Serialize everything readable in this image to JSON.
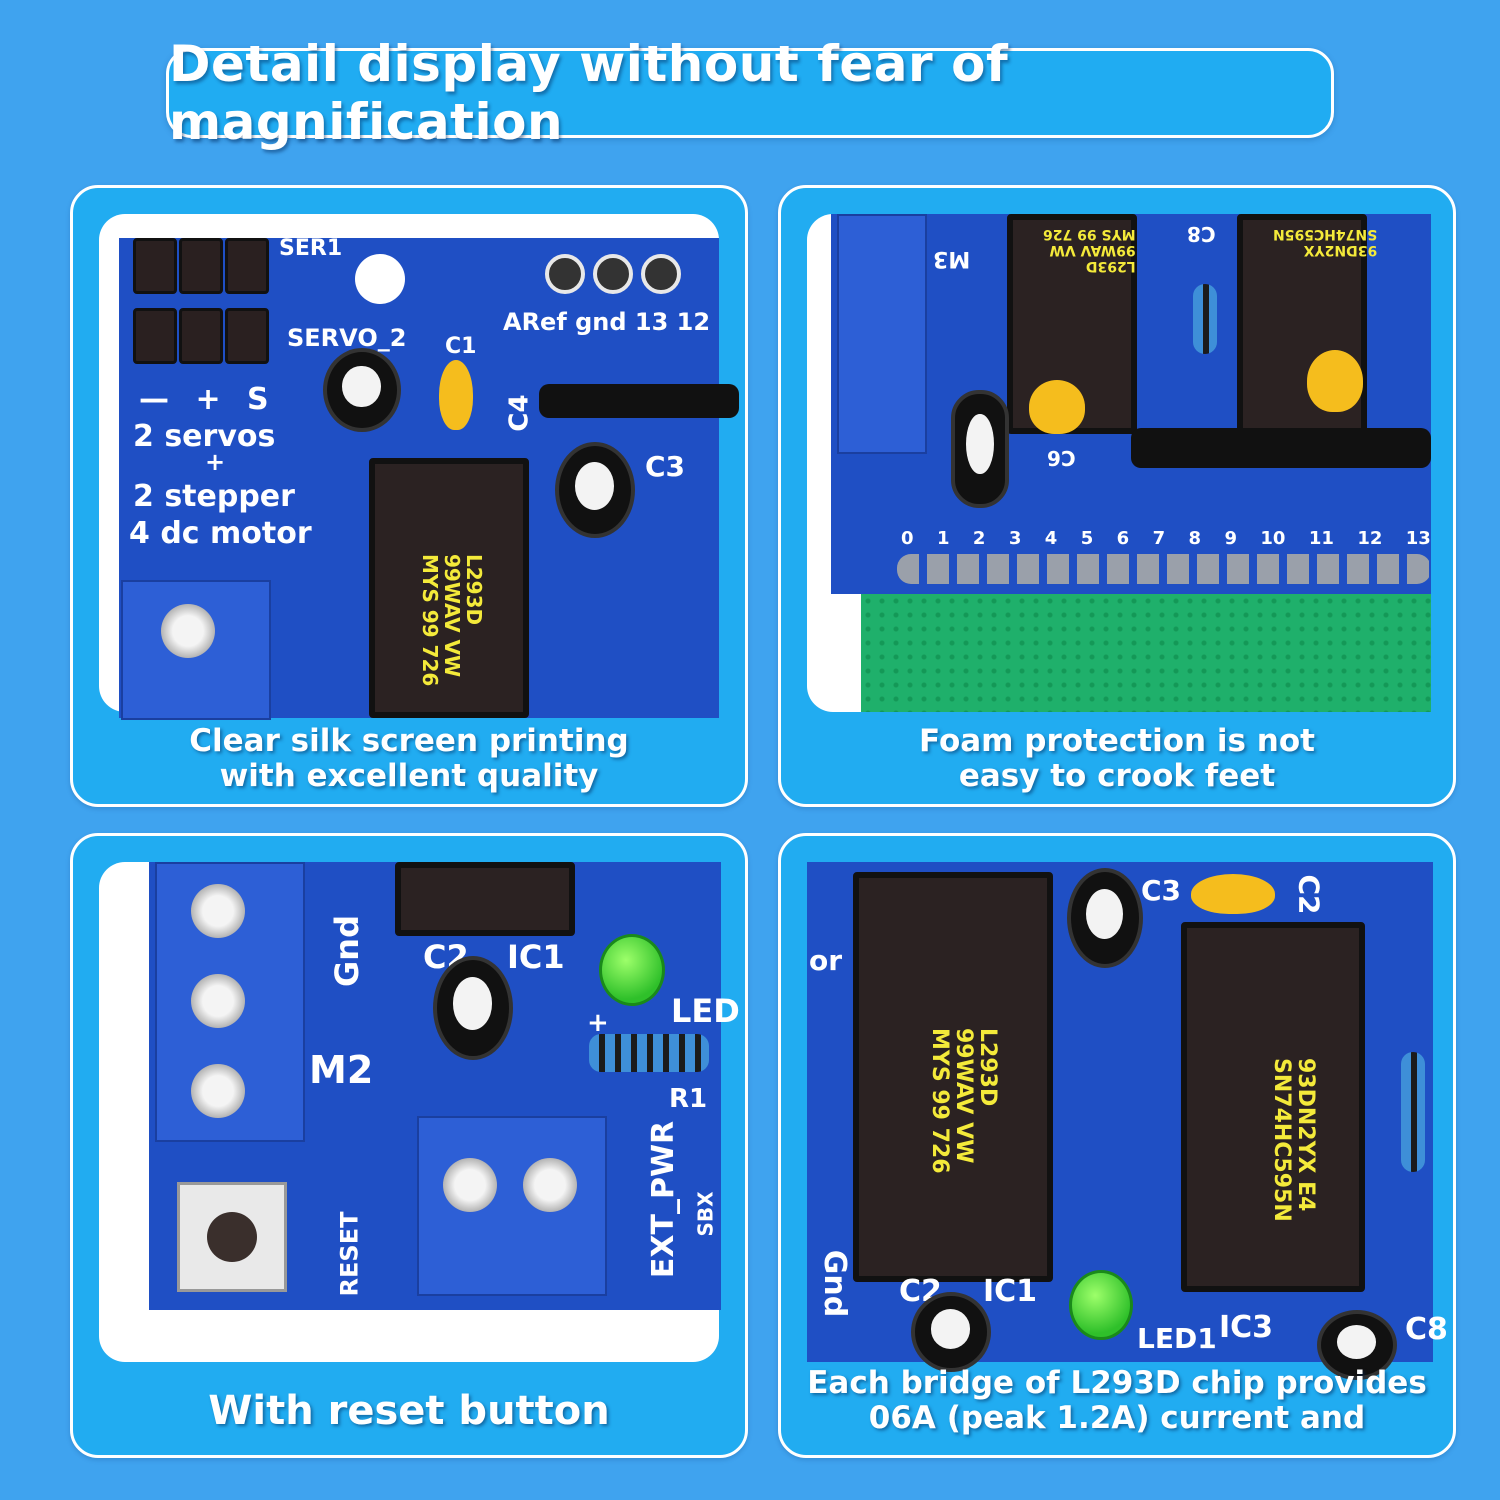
{
  "banner": {
    "title": "Detail display without fear of magnification"
  },
  "theme": {
    "background": "#3fa3ef",
    "card": "#21acf1",
    "border": "#ffffff",
    "pcb": "#1f4fc4",
    "chip_text": "#f4ea3a"
  },
  "cards": [
    {
      "caption": [
        "Clear silk screen printing",
        "with excellent quality"
      ],
      "silkscreen": {
        "ser1": "SER1",
        "servo2": "SERVO_2",
        "pins": "— + S",
        "line1": "2  servos",
        "plus": "+",
        "line2": "2  stepper",
        "line3": "4  dc   motor",
        "aref": "ARef  gnd 13  12",
        "c1": "C1",
        "c4": "C4",
        "c3": "C3"
      },
      "chip": {
        "line1": "L293D",
        "line2": "99WAV VW",
        "line3": "MYS 99 726"
      }
    },
    {
      "caption": [
        "Foam protection is not",
        "easy to crook feet"
      ],
      "silkscreen": {
        "m3": "M3",
        "c8": "C8",
        "c6": "C6",
        "pin_numbers": [
          "0",
          "1",
          "2",
          "3",
          "4",
          "5",
          "6",
          "7",
          "8",
          "9",
          "10",
          "11",
          "12",
          "13"
        ]
      },
      "chip_left": {
        "line1": "L293D",
        "line2": "99WAV VW",
        "line3": "MYS 99 726"
      },
      "chip_right": {
        "line1": "93DN2YX",
        "line2": "SN74HC595N"
      }
    },
    {
      "caption": [
        "With reset button"
      ],
      "silkscreen": {
        "gnd": "Gnd",
        "m2": "M2",
        "c2": "C2",
        "ic1": "IC1",
        "led": "LED",
        "plus": "+",
        "r1": "R1",
        "ext_pwr": "EXT_PWR",
        "sbx": "SBX",
        "reset": "RESET"
      }
    },
    {
      "caption": [
        "Each bridge of L293D chip provides",
        "06A (peak 1.2A)  current and"
      ],
      "silkscreen": {
        "c3": "C3",
        "c2": "C2",
        "c2b": "C2",
        "ic1": "IC1",
        "led1": "LED1",
        "ic3": "IC3",
        "c8": "C8",
        "gnd": "Gnd",
        "or": "or"
      },
      "chip_left": {
        "line1": "L293D",
        "line2": "99WAV VW",
        "line3": "MYS 99 726"
      },
      "chip_right": {
        "line1": "93DN2YX E4",
        "line2": "SN74HC595N"
      }
    }
  ]
}
